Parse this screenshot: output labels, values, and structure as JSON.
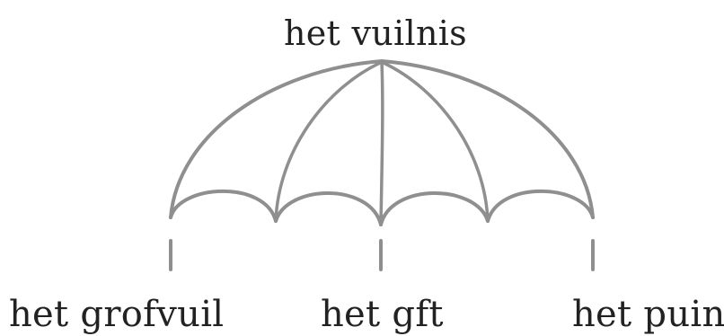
{
  "diagram": {
    "top_label": "het vuilnis",
    "bottom_labels": [
      "het grofvuil",
      "het gft",
      "het puin"
    ],
    "stroke_color": "#8f8f8f",
    "text_color": "#222222"
  }
}
